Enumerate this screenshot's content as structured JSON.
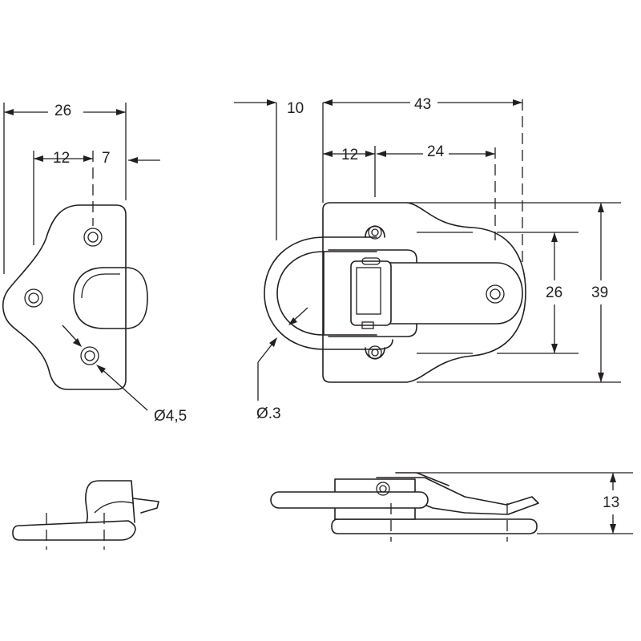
{
  "dimensions": {
    "base_width": "26",
    "hole_offset": "12",
    "flange": "7",
    "hole_diameter": "Ø4,5",
    "loop_offset": "10",
    "overall_length": "43",
    "hole_to_edge": "12",
    "hole_spacing": "24",
    "latch_width": "26",
    "overall_width": "39",
    "wire_diameter": "Ø.3",
    "side_height": "13"
  },
  "colors": {
    "line": "#231f20",
    "background": "#ffffff"
  }
}
